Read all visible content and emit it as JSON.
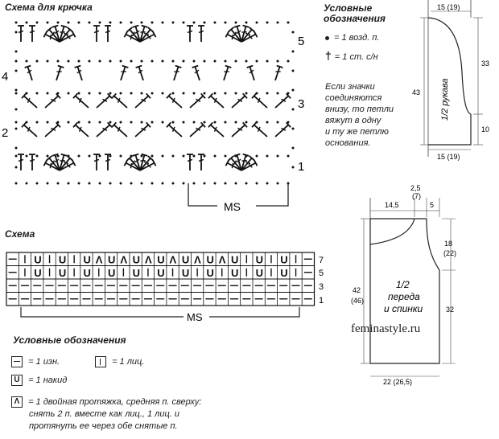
{
  "crochet": {
    "title": "Схема для крючка",
    "row_numbers": [
      "5",
      "4",
      "3",
      "2",
      "1"
    ],
    "repeat_label": "MS"
  },
  "crochet_legend": {
    "title": "Условные обозначения",
    "chain": "= 1 возд. п.",
    "dc": "= 1 ст. с/н",
    "note": [
      "Если значки",
      "соединяются",
      "внизу, то петли",
      "вяжут в одну",
      "и ту же петлю",
      "основания."
    ]
  },
  "sleeve": {
    "top_width": "15 (19)",
    "bottom_width": "15 (19)",
    "height": "43",
    "cap_height": "33",
    "cuff_height": "10",
    "label": "1/2 рукава"
  },
  "body": {
    "width_left": "14,5",
    "neck_top": "2,5",
    "neck_top_alt": "(7)",
    "shoulder": "5",
    "armhole": "18",
    "armhole_alt": "(22)",
    "height": "42",
    "height_alt": "(46)",
    "lower_height": "32",
    "bottom_width": "22 (26,5)",
    "label_lines": [
      "1/2",
      "переда",
      "и спинки"
    ]
  },
  "watermark": "feminastyle.ru",
  "knit": {
    "title": "Схема",
    "row7": [
      "—",
      "|",
      "U",
      "|",
      "U",
      "|",
      "U",
      "Λ",
      "U",
      "Λ",
      "U",
      "Λ",
      "U",
      "Λ",
      "U",
      "Λ",
      "U",
      "Λ",
      "U",
      "|",
      "U",
      "|",
      "U",
      "|",
      "—"
    ],
    "row5": [
      "—",
      "|",
      "U",
      "|",
      "U",
      "|",
      "U",
      "|",
      "U",
      "|",
      "U",
      "|",
      "U",
      "|",
      "U",
      "|",
      "U",
      "|",
      "U",
      "|",
      "U",
      "|",
      "U",
      "|",
      "—"
    ],
    "row_numbers": [
      "7",
      "5",
      "3",
      "1"
    ],
    "repeat_label": "MS"
  },
  "knit_legend": {
    "title": "Условные обозначения",
    "purl": "= 1 изн.",
    "knit": "= 1 лиц.",
    "yo": "= 1 накид",
    "dbl_lines": [
      "= 1 двойная протяжка, средняя п. сверху:",
      "снять 2 п. вместе как лиц., 1 лиц. и",
      "протянуть ее через обе снятые п."
    ]
  }
}
